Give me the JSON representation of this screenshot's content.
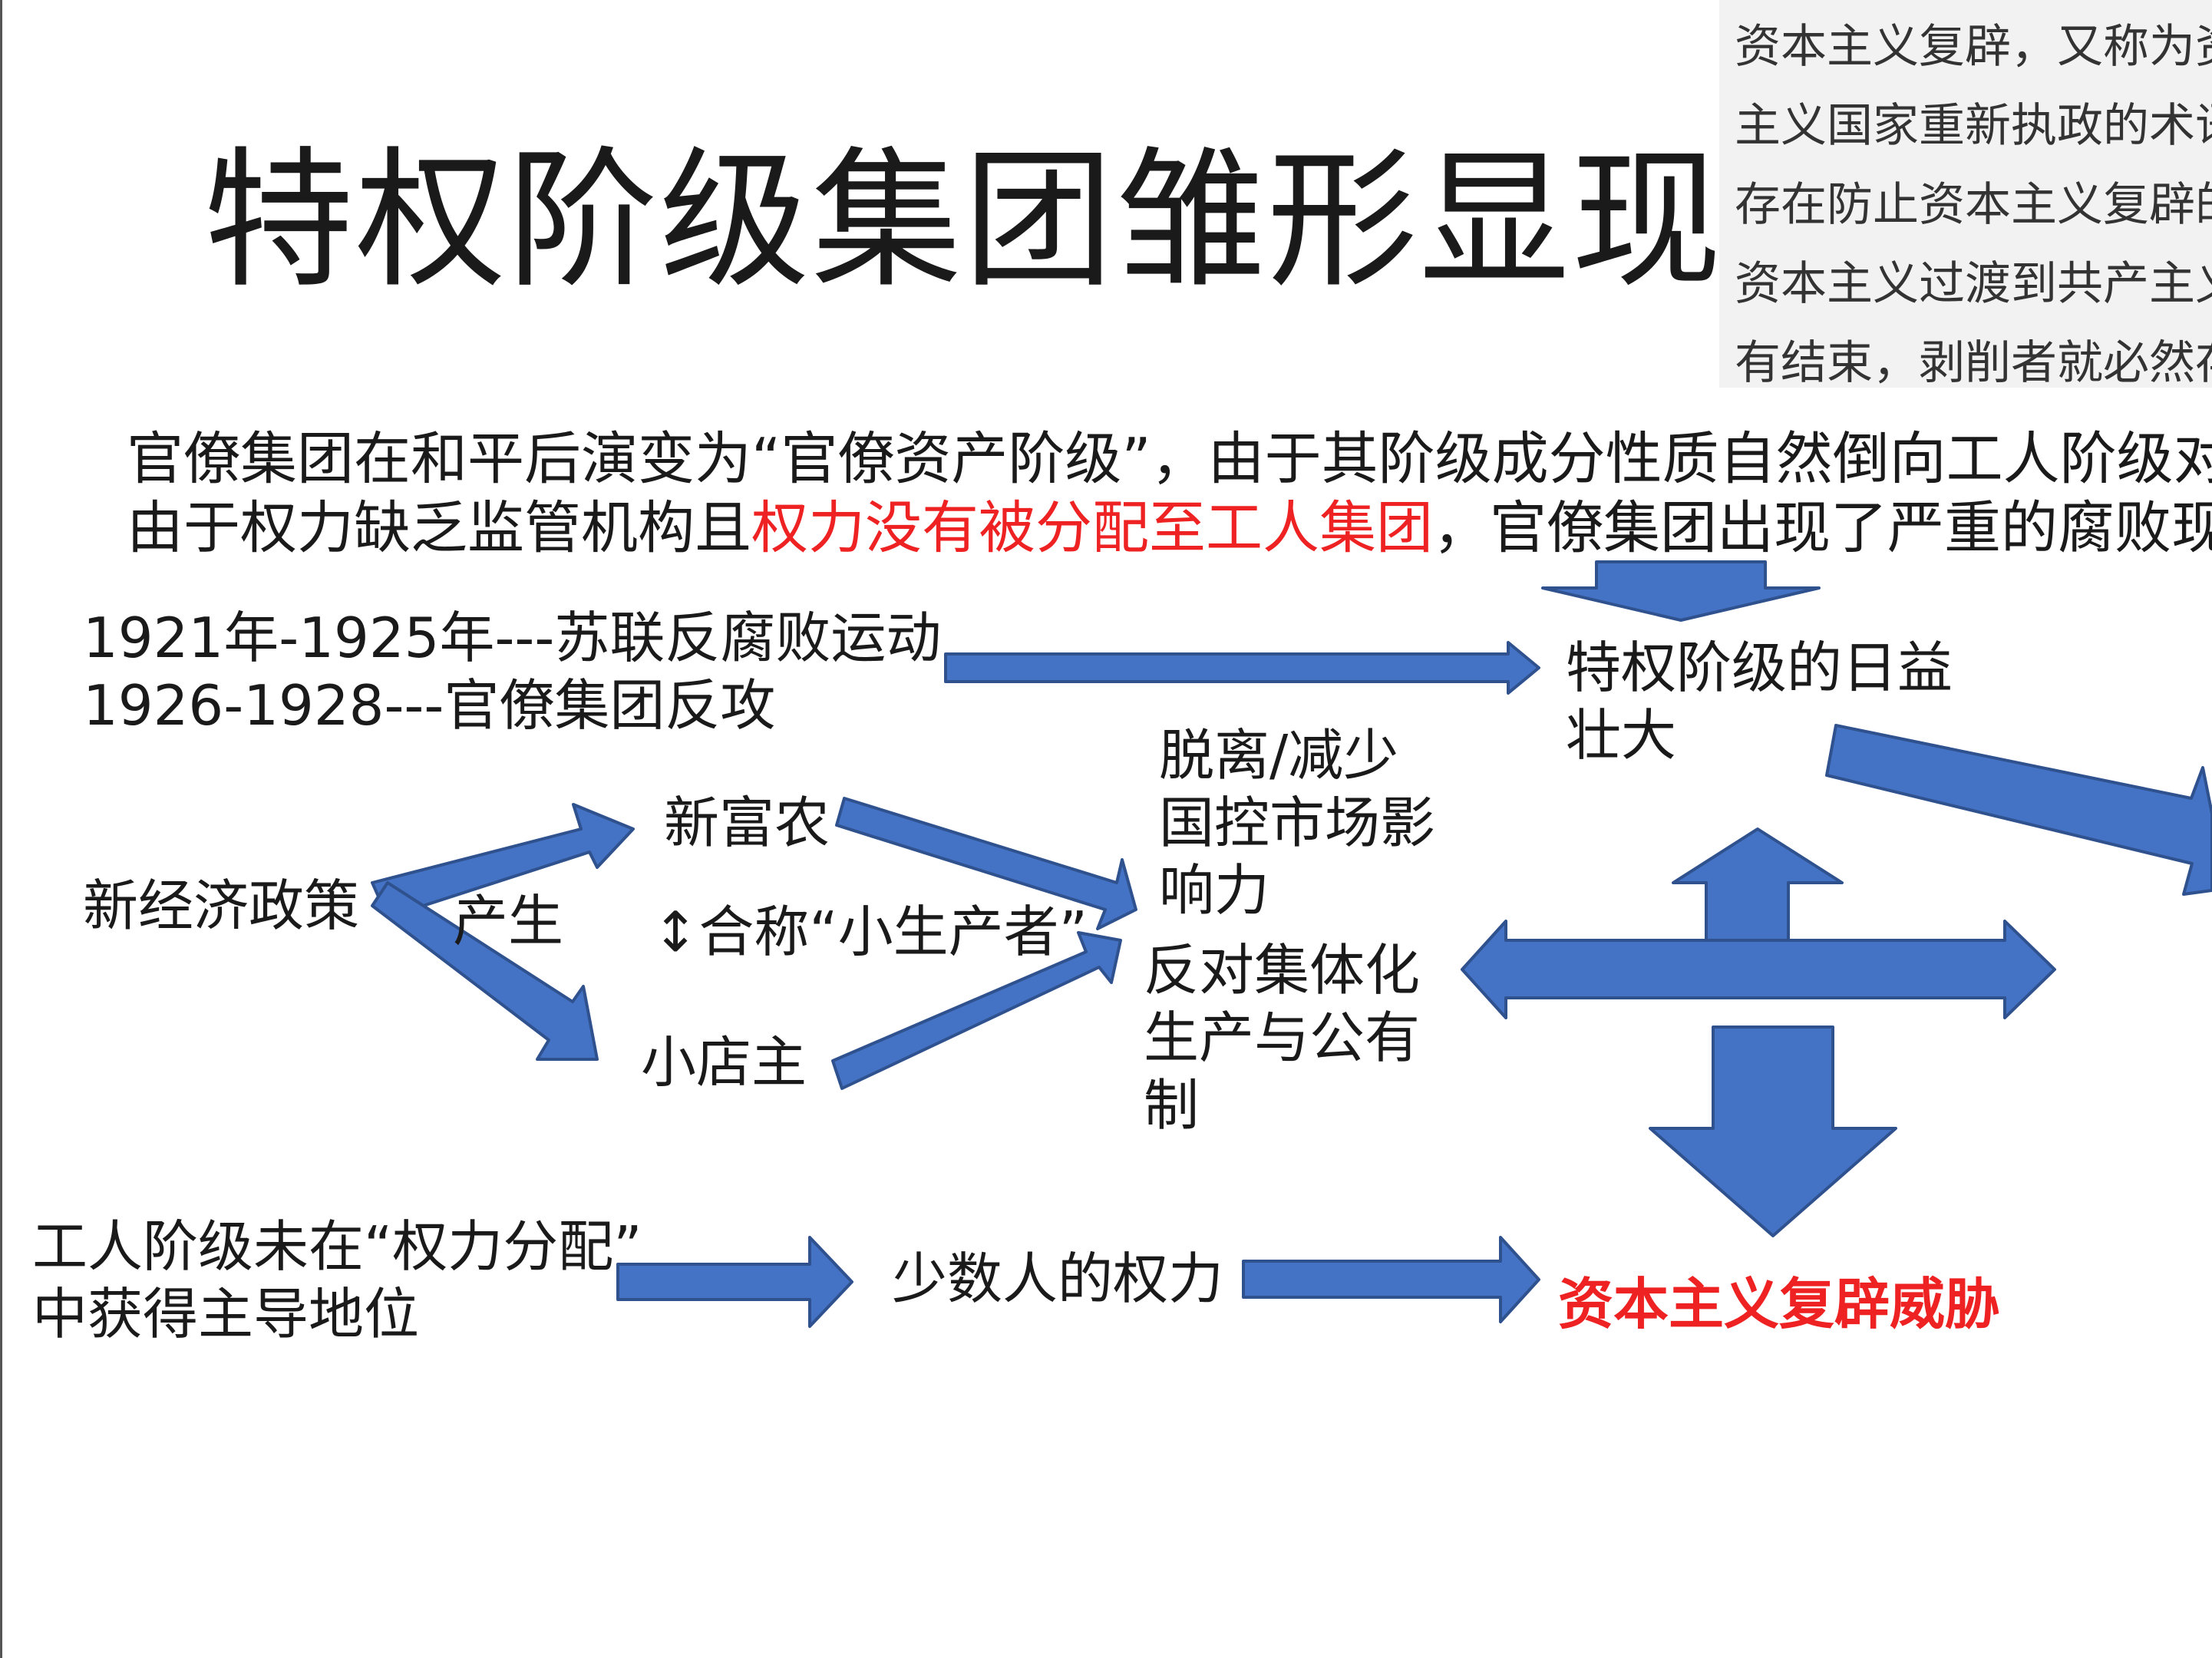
{
  "title": "特权阶级集团雏形显现",
  "note": {
    "lines": [
      "资本主义复辟，又称为资",
      "主义国家重新执政的术语",
      "存在防止资本主义复辟的",
      "资本主义过渡到共产主义",
      "有结束，剥削者就必然存"
    ]
  },
  "intro": {
    "line1": "官僚集团在和平后演变为“官僚资产阶级”，由于其阶级成分性质自然倒向工人阶级对立",
    "line2_before": "由于权力缺乏监管机构且",
    "line2_red": "权力没有被分配至工人集团",
    "line2_after": "，官僚集团出现了严重的腐败现"
  },
  "timeline": {
    "line1": "1921年-1925年---苏联反腐败运动",
    "line2": "1926-1928---官僚集团反攻"
  },
  "privileged": {
    "line1": "特权阶级的日益",
    "line2": "壮大"
  },
  "nep": "新经济政策",
  "produce": "产生",
  "new_rich_peasant": "新富农",
  "small_producers": "↕合称“小生产者”",
  "shopkeeper": "小店主",
  "detach": {
    "line1": "脱离/减少",
    "line2": "国控市场影",
    "line3": "响力"
  },
  "oppose": {
    "line1": "反对集体化",
    "line2": "生产与公有",
    "line3": "制"
  },
  "workers": {
    "line1": "工人阶级未在“权力分配”",
    "line2": "中获得主导地位"
  },
  "minority_power": "少数人的权力",
  "threat": "资本主义复辟威胁",
  "colors": {
    "arrow_fill": "#4472c4",
    "arrow_stroke": "#2f528f",
    "emphasis": "#ee2222"
  }
}
